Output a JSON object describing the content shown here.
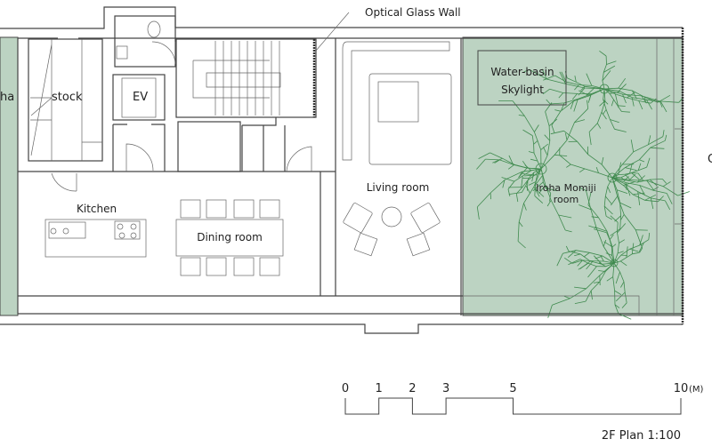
{
  "labels": {
    "optical_glass_wall": "Optical Glass Wall",
    "left_cut": "ha",
    "right_cut": "O",
    "stock": "stock",
    "ev": "EV",
    "kitchen": "Kitchen",
    "dining_room": "Dining room",
    "living_room": "Living room",
    "water_basin_line1": "Water-basin",
    "water_basin_line2": "Skylight",
    "iroha_line1": "Iroha Momiji",
    "iroha_line2": "room"
  },
  "scale_bar": {
    "ticks": [
      {
        "label": "0",
        "value": 0
      },
      {
        "label": "1",
        "value": 1
      },
      {
        "label": "2",
        "value": 2
      },
      {
        "label": "3",
        "value": 3
      },
      {
        "label": "5",
        "value": 5
      },
      {
        "label": "10",
        "value": 10
      }
    ],
    "unit": "(M)",
    "caption": "2F Plan 1:100"
  },
  "colors": {
    "garden": "#bcd3c2",
    "branch": "#3f8a4e",
    "wall": "#444444"
  }
}
